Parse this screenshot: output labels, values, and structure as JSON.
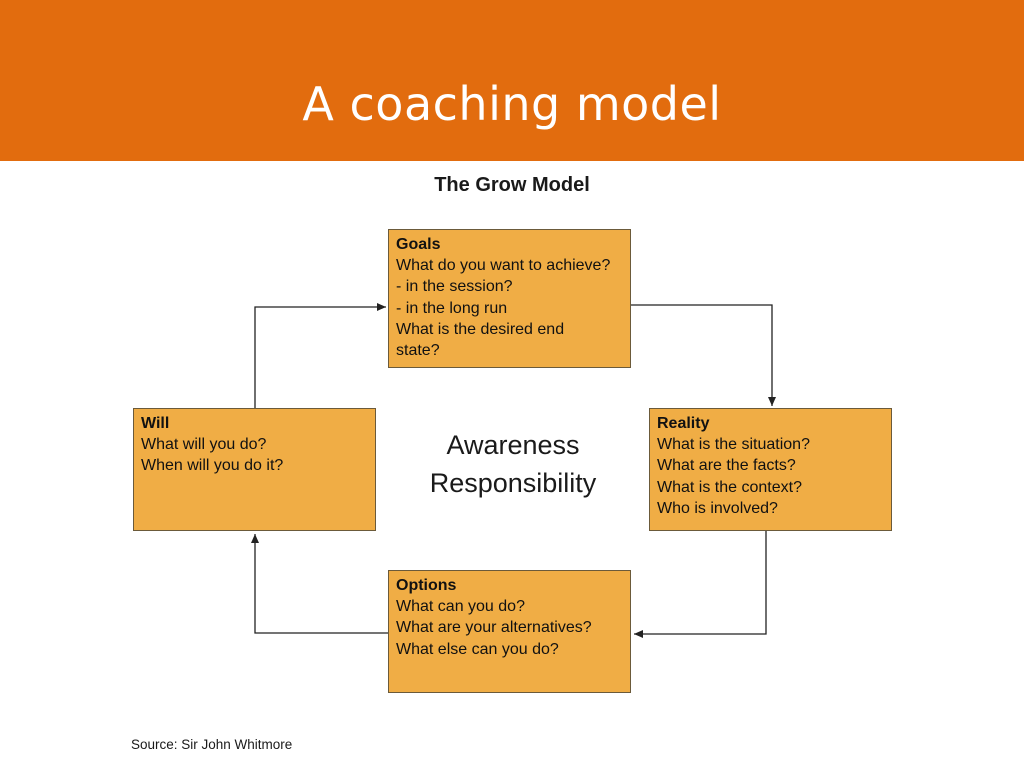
{
  "slide": {
    "title": "A coaching model"
  },
  "diagram": {
    "title": "The Grow Model",
    "center": [
      "Awareness",
      "Responsibility"
    ],
    "source": "Source: Sir John Whitmore",
    "colors": {
      "header": "#e26c0e",
      "box_fill": "#f0ad45",
      "box_border": "#6b5a3a",
      "arrow": "#222222"
    },
    "nodes": {
      "goals": {
        "heading": "Goals",
        "lines": [
          "What do you want to achieve?",
          "- in the session?",
          "- in the long run",
          "What is the desired end",
          "state?"
        ]
      },
      "reality": {
        "heading": "Reality",
        "lines": [
          "What is the situation?",
          "What are the facts?",
          "What is the context?",
          "Who is involved?"
        ]
      },
      "options": {
        "heading": "Options",
        "lines": [
          "What can you do?",
          "What are your alternatives?",
          "What else can you do?"
        ]
      },
      "will": {
        "heading": "Will",
        "lines": [
          "What will you do?",
          "When will you do it?"
        ]
      }
    },
    "edges": [
      {
        "from": "goals",
        "to": "reality"
      },
      {
        "from": "reality",
        "to": "options"
      },
      {
        "from": "options",
        "to": "will"
      },
      {
        "from": "will",
        "to": "goals"
      }
    ]
  }
}
